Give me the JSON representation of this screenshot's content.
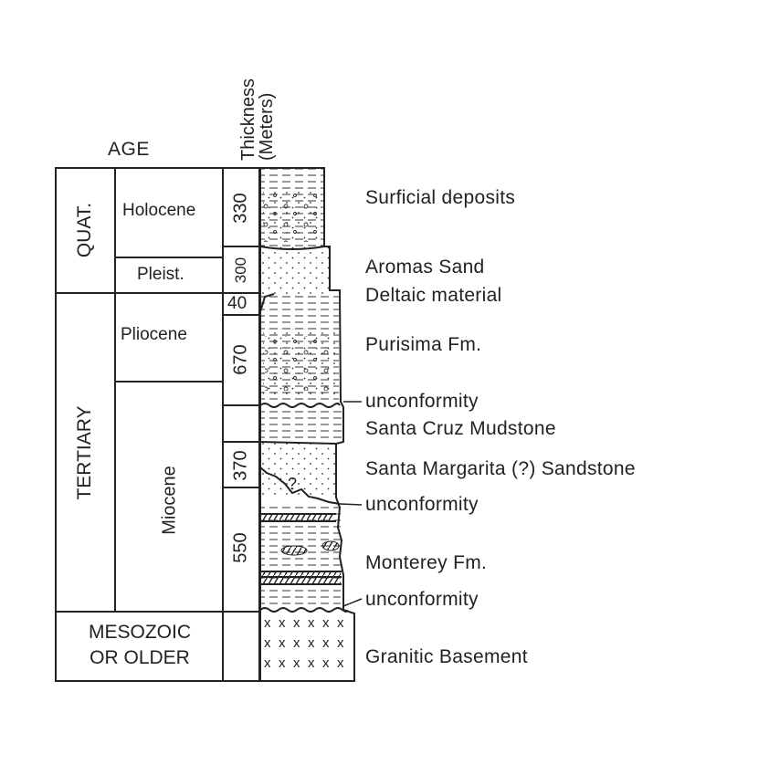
{
  "header": {
    "age": "AGE",
    "thickness_line1": "Thickness",
    "thickness_line2": "(Meters)"
  },
  "eras": {
    "quat": "QUAT.",
    "tertiary": "TERTIARY",
    "mesozoic_line1": "MESOZOIC",
    "mesozoic_line2": "OR OLDER"
  },
  "epochs": {
    "holocene": "Holocene",
    "pleist": "Pleist.",
    "pliocene": "Pliocene",
    "miocene": "Miocene"
  },
  "thickness": {
    "t330": "330",
    "t300": "300",
    "t40": "40",
    "t670": "670",
    "t370": "370",
    "t550": "550"
  },
  "units": {
    "surficial": "Surficial deposits",
    "aromas": "Aromas Sand",
    "deltaic": "Deltaic material",
    "purisima": "Purisima Fm.",
    "unconformity1": "unconformity",
    "santa_cruz": "Santa Cruz Mudstone",
    "santa_margarita": "Santa Margarita (?) Sandstone",
    "unconformity2": "unconformity",
    "monterey": "Monterey Fm.",
    "unconformity3": "unconformity",
    "granitic": "Granitic Basement"
  },
  "annotations": {
    "question_mark": "?",
    "basement_symbol": "x"
  }
}
